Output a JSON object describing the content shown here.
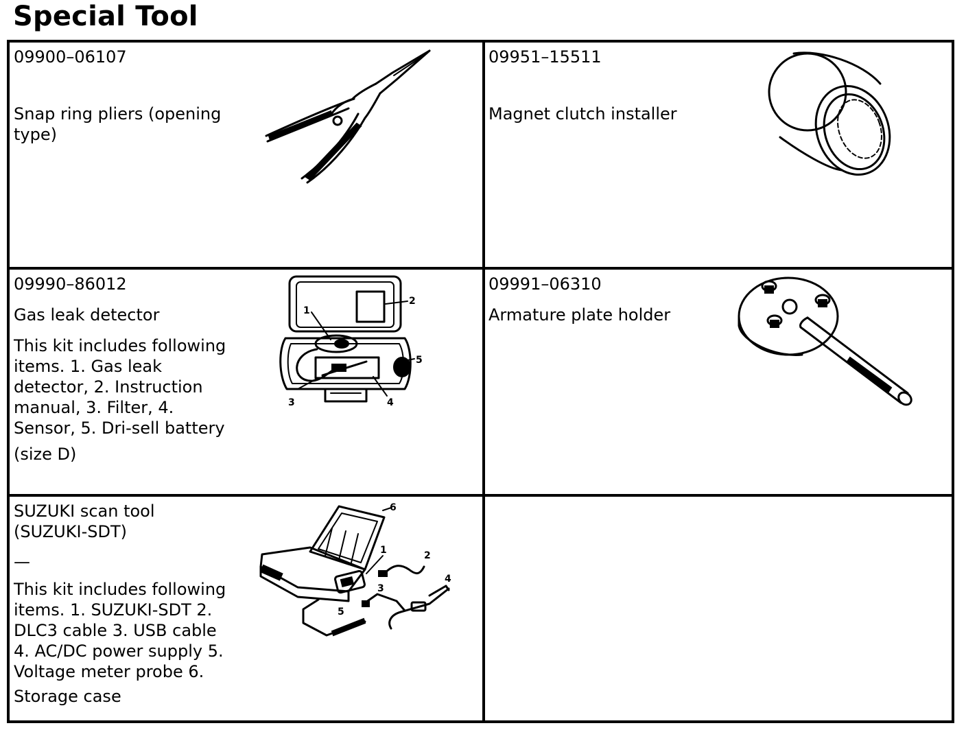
{
  "page": {
    "title": "Special Tool"
  },
  "tools": [
    {
      "part_number": "09900–06107",
      "name": "Snap ring pliers (opening\ntype)",
      "icon": "snap-ring-pliers-icon"
    },
    {
      "part_number": "09951–15511",
      "name": "Magnet clutch installer",
      "icon": "clutch-installer-icon"
    },
    {
      "part_number": "09990–86012",
      "name": "Gas leak detector",
      "description": "This kit includes following\nitems. 1. Gas leak\ndetector, 2. Instruction\nmanual, 3. Filter, 4.\nSensor, 5. Dri-sell battery",
      "description_tail": "(size D)",
      "icon": "gas-leak-detector-kit-icon",
      "callouts": [
        "1",
        "2",
        "3",
        "4",
        "5"
      ]
    },
    {
      "part_number": "09991–06310",
      "name": "Armature plate holder",
      "icon": "armature-plate-holder-icon"
    },
    {
      "name": "SUZUKI scan tool\n(SUZUKI-SDT)",
      "part_number": "—",
      "description": "This kit includes following\nitems. 1. SUZUKI-SDT 2.\nDLC3 cable 3. USB cable\n4. AC/DC power supply 5.\nVoltage meter probe 6.",
      "description_tail": "Storage case",
      "icon": "scan-tool-kit-icon",
      "callouts": [
        "1",
        "2",
        "3",
        "4",
        "5",
        "6"
      ]
    }
  ]
}
